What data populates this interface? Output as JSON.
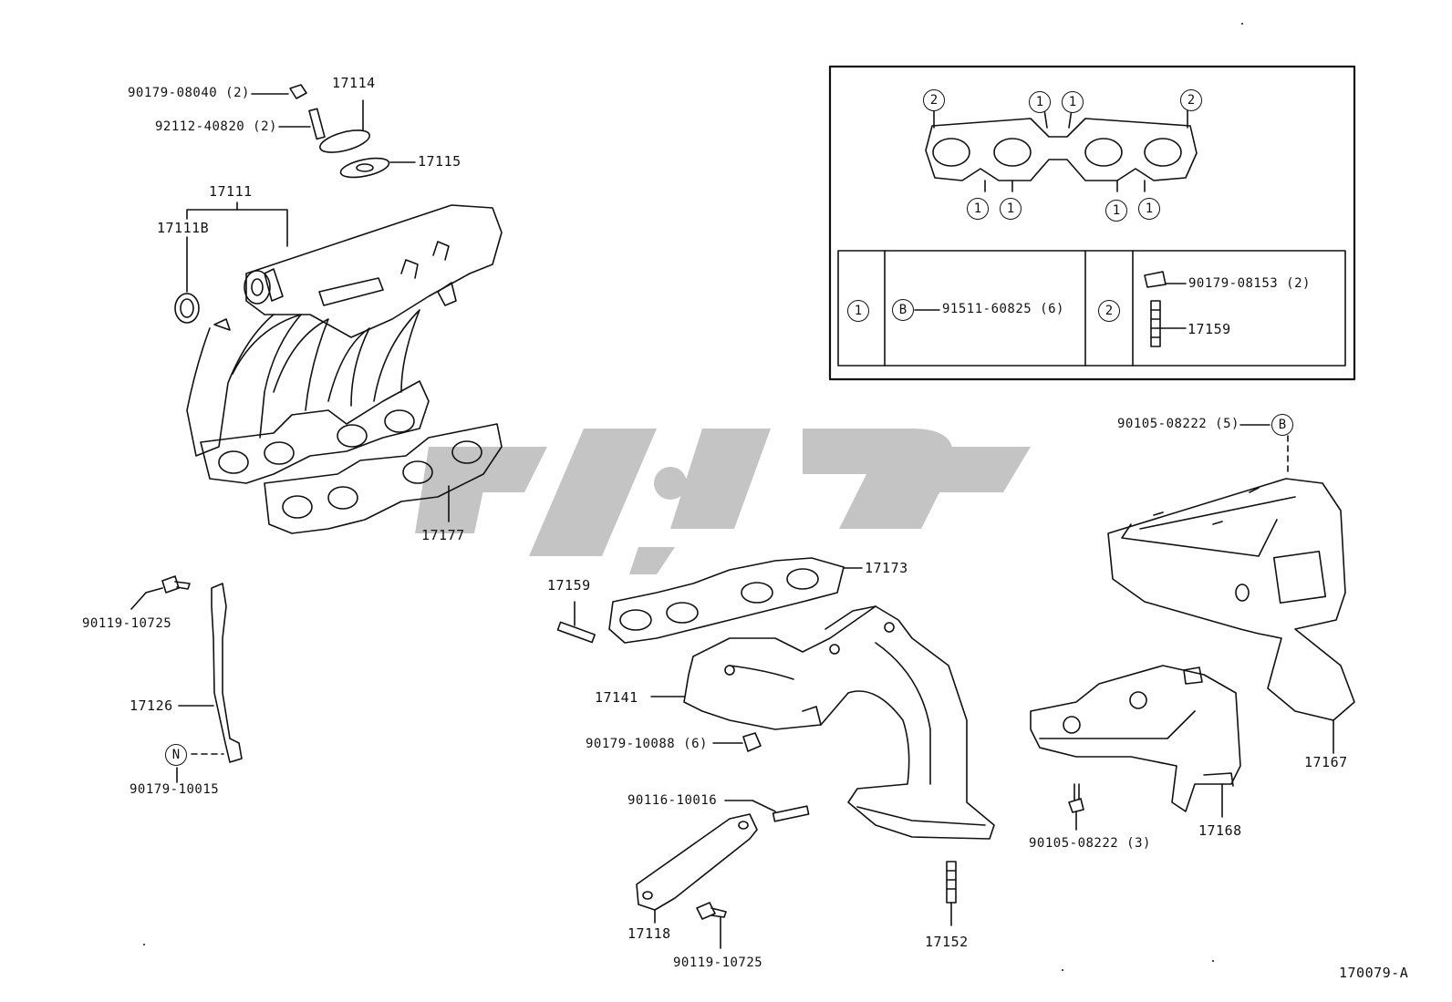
{
  "labels": {
    "p17114": "17114",
    "p90179_08040": "90179-08040 (2)",
    "p92112_40820": "92112-40820 (2)",
    "p17115": "17115",
    "p17111": "17111",
    "p17111b": "17111B",
    "p17177": "17177",
    "p90119_10725_a": "90119-10725",
    "p17126": "17126",
    "p90179_10015": "90179-10015",
    "p17159_a": "17159",
    "p17173": "17173",
    "p17141": "17141",
    "p90179_10088": "90179-10088 (6)",
    "p90116_10016": "90116-10016",
    "p17118": "17118",
    "p90119_10725_b": "90119-10725",
    "p17152": "17152",
    "p90105_08222_5": "90105-08222 (5)",
    "p17167": "17167",
    "p90105_08222_3": "90105-08222 (3)",
    "p17168": "17168",
    "p91511_60825": "91511-60825 (6)",
    "p90179_08153": "90179-08153 (2)",
    "p17159_b": "17159",
    "figure_id": "170079-A"
  },
  "markers": {
    "one": "1",
    "two": "2",
    "b": "B",
    "n": "N"
  },
  "colors": {
    "line": "#111111",
    "watermark": "#c4c4c4",
    "background": "#ffffff"
  }
}
